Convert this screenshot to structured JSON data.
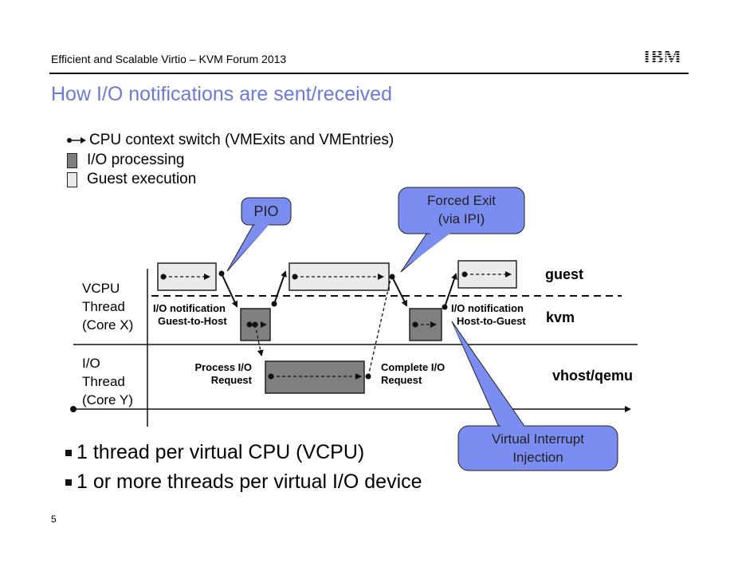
{
  "header": {
    "title": "Efficient and Scalable Virtio – KVM Forum 2013",
    "logo": "IBM"
  },
  "slide": {
    "title": "How I/O notifications are sent/received",
    "page_number": "5"
  },
  "legend": [
    {
      "icon": "context-switch-arrow-icon",
      "label": "CPU context switch (VMExits and VMEntries)"
    },
    {
      "icon": "io-processing-swatch",
      "label": "I/O processing",
      "color": "#7f7f7f"
    },
    {
      "icon": "guest-execution-swatch",
      "label": "Guest execution",
      "color": "#eaeaea"
    }
  ],
  "diagram": {
    "threads": {
      "vcpu": [
        "VCPU",
        "Thread",
        "(Core X)"
      ],
      "io": [
        "I/O",
        "Thread",
        "(Core Y)"
      ]
    },
    "lanes": {
      "guest": "guest",
      "kvm": "kvm",
      "vhost": "vhost/qemu"
    },
    "annotations": {
      "g2h": [
        "I/O notification",
        "Guest-to-Host"
      ],
      "h2g": [
        "I/O notification",
        "Host-to-Guest"
      ],
      "process": [
        "Process I/O",
        "Request"
      ],
      "complete": [
        "Complete I/O",
        "Request"
      ]
    },
    "callouts": {
      "pio": [
        "PIO"
      ],
      "forced_exit": [
        "Forced Exit",
        "(via IPI)"
      ],
      "virq": [
        "Virtual Interrupt",
        "Injection"
      ]
    },
    "colors": {
      "callout_fill": "#7b8df0",
      "io_processing": "#7f7f7f",
      "guest_execution": "#eaeaea"
    }
  },
  "bullets": [
    "1 thread per virtual CPU (VCPU)",
    "1 or more threads per virtual I/O device"
  ]
}
